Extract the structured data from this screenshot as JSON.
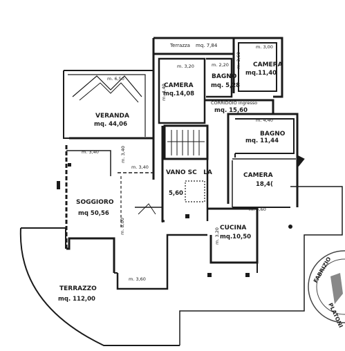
{
  "rooms": [
    {
      "id": "terrazza-top",
      "name": "Terrazza",
      "area": "mq. 7,84"
    },
    {
      "id": "camera-1",
      "name": "CAMERA",
      "area": "mq.14,08"
    },
    {
      "id": "bagno-1",
      "name": "BAGNO",
      "area": "mq. 5,28"
    },
    {
      "id": "camera-2",
      "name": "CAMERA",
      "area": "mq.11,40"
    },
    {
      "id": "corridoio",
      "name": "CORRIDOIO ingresso",
      "area": "mq. 15,60"
    },
    {
      "id": "veranda",
      "name": "VERANDA",
      "area": "mq. 44,06"
    },
    {
      "id": "bagno-2",
      "name": "BAGNO",
      "area": "mq. 11,44"
    },
    {
      "id": "vano-scala",
      "name": "VANO SC   LA",
      "area": "5,60"
    },
    {
      "id": "camera-3",
      "name": "CAMERA",
      "area": "18,4("
    },
    {
      "id": "soggiorno",
      "name": "SOGGIORO",
      "area": "mq 50,56"
    },
    {
      "id": "cucina",
      "name": "CUCINA",
      "area": "mq.10,50"
    },
    {
      "id": "terrazzo",
      "name": "TERRAZZO",
      "area": "mq. 112,00"
    }
  ],
  "dimensions": {
    "d1": "m. 3,20",
    "d2": "m. 2,20",
    "d3": "m. 3,00",
    "d4": "m. 3,60",
    "d5": "m. 6,50",
    "d6": "m. 4,40",
    "d7": "m. 4,40",
    "d8": "m. 3,40",
    "d9": "m. 3,40",
    "d10": "m. 3,40",
    "d11": "m. 4,60",
    "d12": "m. 8,00",
    "d13": "m. 3,60",
    "d14": "m. 3,20"
  },
  "stamp": {
    "text_top": "FABRIZIO",
    "text_bottom": "PLATONI"
  },
  "colors": {
    "wall": "#1a1a1a",
    "fill": "#ffffff",
    "stamp_ink": "#444444"
  }
}
